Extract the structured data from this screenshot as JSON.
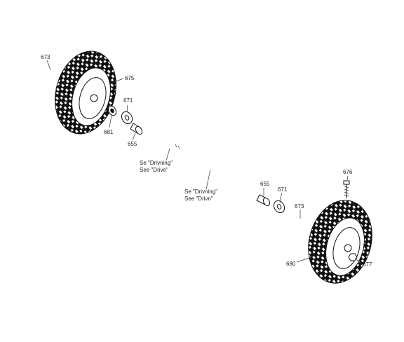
{
  "diagram": {
    "callouts": {
      "p673_left": "673",
      "p675": "675",
      "p671_left": "671",
      "p681": "681",
      "p655_left": "655",
      "p676": "676",
      "p655_right": "655",
      "p671_right": "671",
      "p673_right": "673",
      "p680": "680",
      "p677": "677"
    },
    "notes": {
      "drive_shaft_line1": "Se \"Drivning\"",
      "drive_shaft_line2": "See \"Drive\"",
      "driven_shaft_line1": "Se \"Drivning\"",
      "driven_shaft_line2": "See \"Drivn\""
    }
  }
}
